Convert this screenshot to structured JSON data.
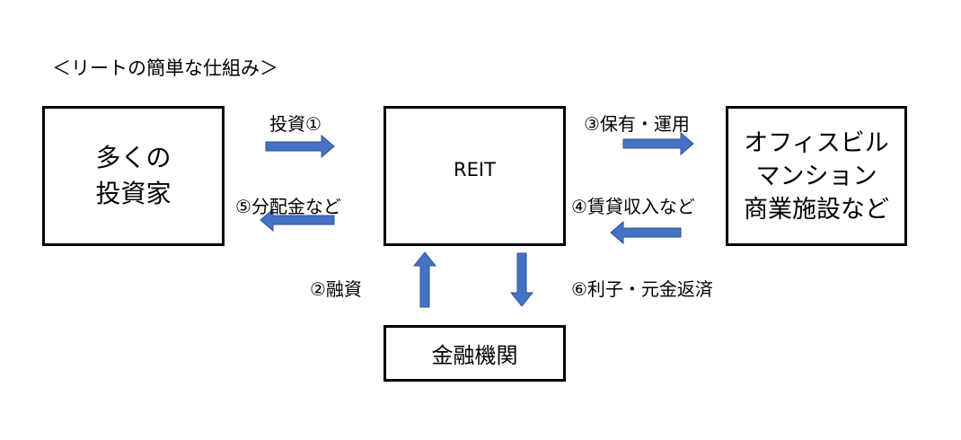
{
  "title": "＜リートの簡単な仕組み＞",
  "nodes": {
    "investors": [
      "多くの",
      "投資家"
    ],
    "reit": "REIT",
    "property": [
      "オフィスビル",
      "マンション",
      "商業施設など"
    ],
    "bank": "金融機関"
  },
  "flows": {
    "investment": "投資①",
    "distribution": "⑤分配金など",
    "ownership": "③保有・運用",
    "rent": "④賃貸収入など",
    "loan": "②融資",
    "repayment": "⑥利子・元金返済"
  },
  "colors": {
    "arrow_fill": "#4472C4",
    "arrow_stroke": "#2F528F"
  }
}
